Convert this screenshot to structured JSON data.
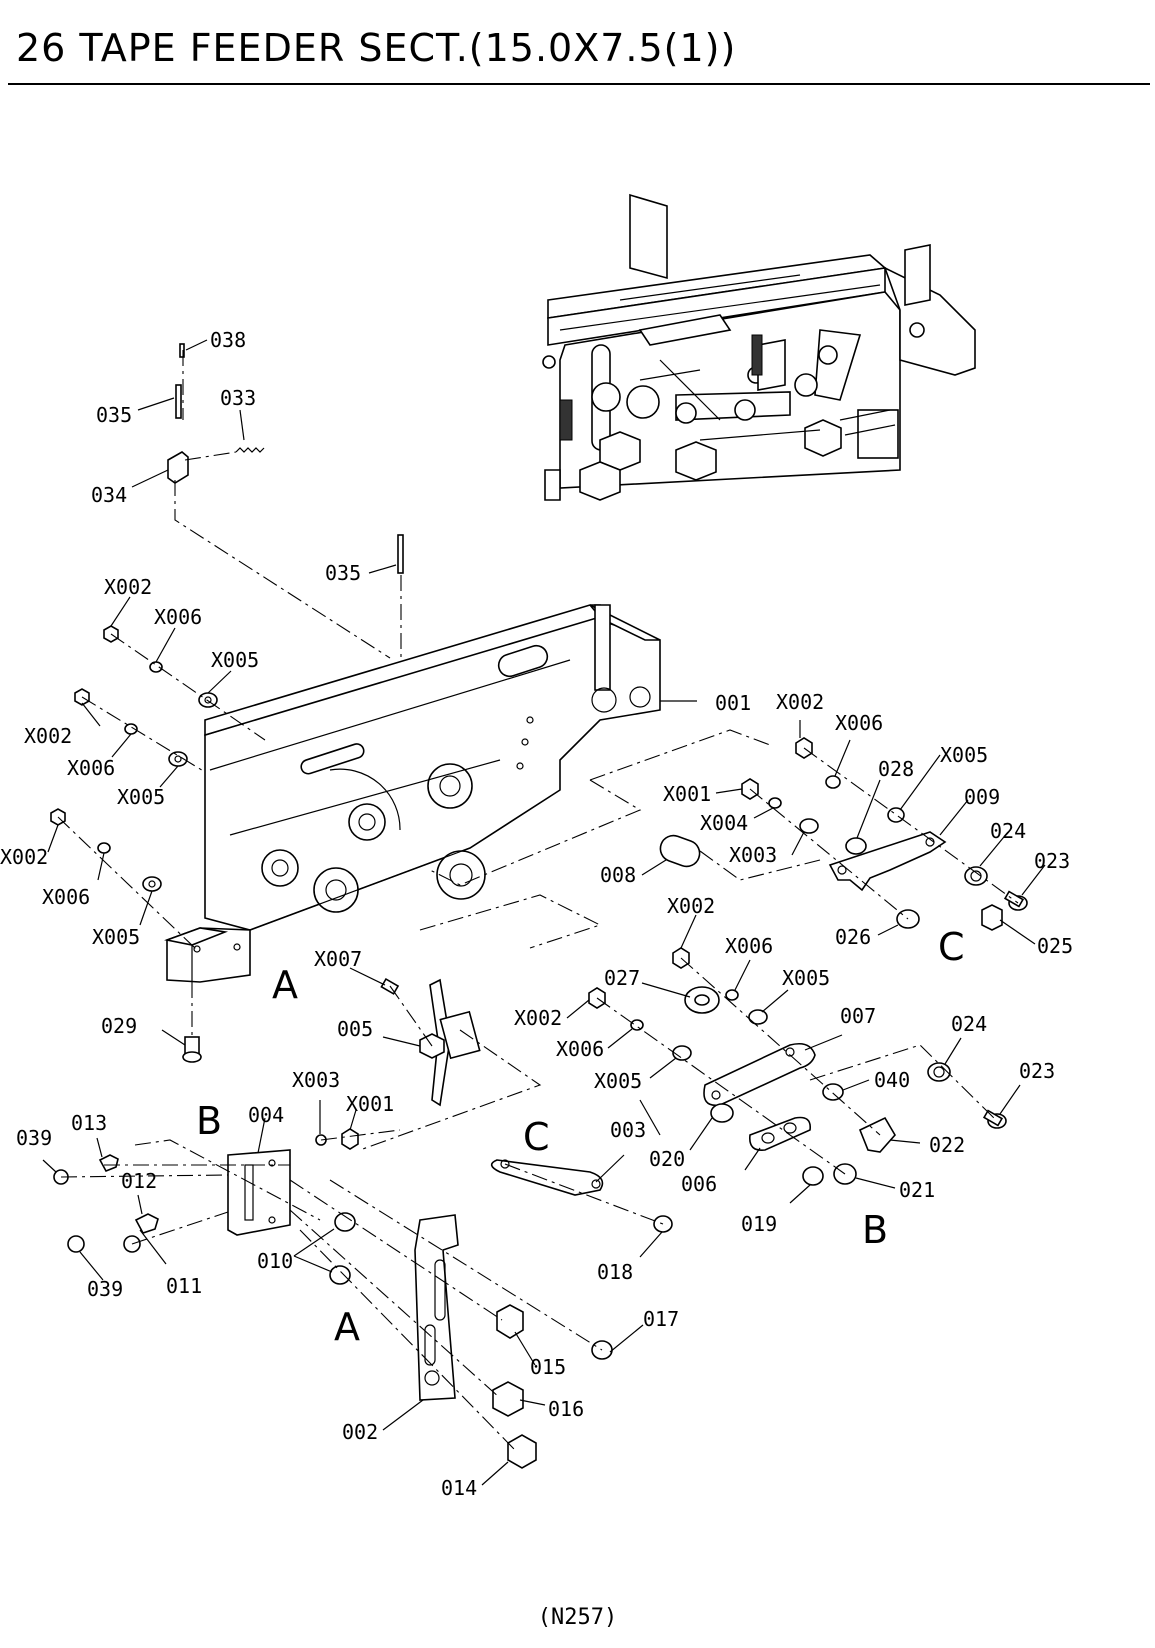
{
  "title": "26 TAPE FEEDER SECT.(15.0X7.5(1))",
  "page_number": "(N257)",
  "callouts": {
    "001": "001",
    "002": "002",
    "003": "003",
    "004": "004",
    "005": "005",
    "006": "006",
    "007": "007",
    "008": "008",
    "009": "009",
    "010": "010",
    "011": "011",
    "012": "012",
    "013": "013",
    "014": "014",
    "015": "015",
    "016": "016",
    "017": "017",
    "018": "018",
    "019": "019",
    "020": "020",
    "021": "021",
    "022": "022",
    "023": "023",
    "024": "024",
    "025": "025",
    "026": "026",
    "027": "027",
    "028": "028",
    "029": "029",
    "033": "033",
    "034": "034",
    "035": "035",
    "038": "038",
    "039": "039",
    "040": "040",
    "X001": "X001",
    "X002": "X002",
    "X003": "X003",
    "X004": "X004",
    "X005": "X005",
    "X006": "X006",
    "X007": "X007"
  },
  "reference_letters": {
    "A": "A",
    "B": "B",
    "C": "C"
  }
}
